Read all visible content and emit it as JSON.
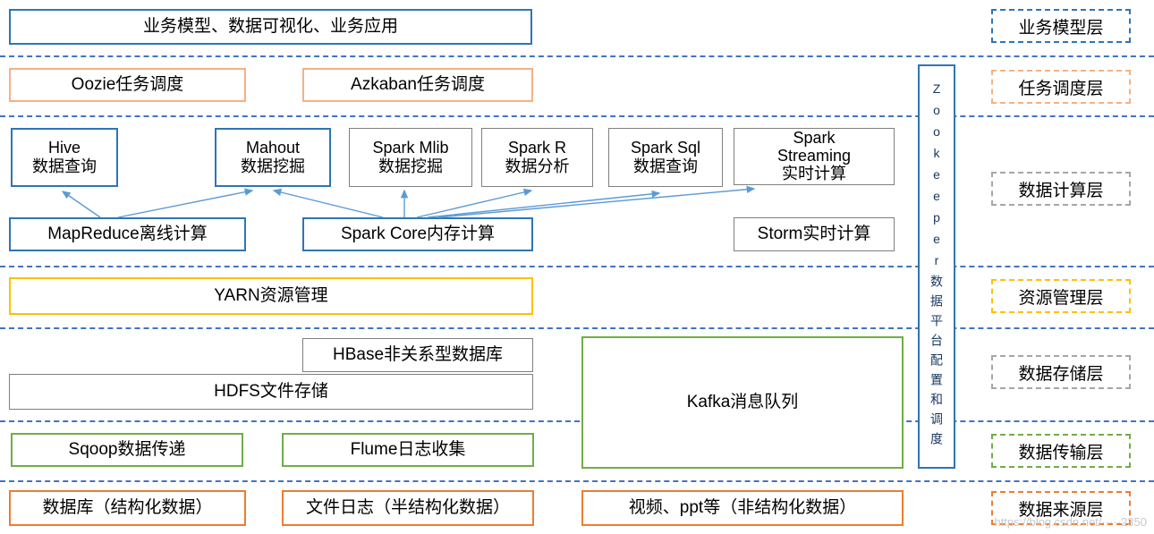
{
  "colors": {
    "blue": "#2E75B6",
    "orange": "#ED7D31",
    "orange_light": "#F4B183",
    "yellow": "#FFC000",
    "green": "#70AD47",
    "gray": "#7F7F7F",
    "separator": "#4472C4",
    "arrow": "#5B9BD5"
  },
  "business": {
    "app_box": "业务模型、数据可视化、业务应用",
    "layer_label": "业务模型层"
  },
  "scheduling": {
    "oozie": "Oozie任务调度",
    "azkaban": "Azkaban任务调度",
    "layer_label": "任务调度层"
  },
  "compute": {
    "hive": {
      "line1": "Hive",
      "line2": "数据查询"
    },
    "mahout": {
      "line1": "Mahout",
      "line2": "数据挖掘"
    },
    "spark_mlib": {
      "line1": "Spark Mlib",
      "line2": "数据挖掘"
    },
    "spark_r": {
      "line1": "Spark R",
      "line2": "数据分析"
    },
    "spark_sql": {
      "line1": "Spark Sql",
      "line2": "数据查询"
    },
    "spark_streaming": {
      "line1": "Spark",
      "line2": "Streaming",
      "line3": "实时计算"
    },
    "mapreduce": "MapReduce离线计算",
    "spark_core": "Spark Core内存计算",
    "storm": "Storm实时计算",
    "layer_label": "数据计算层"
  },
  "resource": {
    "yarn": "YARN资源管理",
    "layer_label": "资源管理层"
  },
  "storage": {
    "hbase": "HBase非关系型数据库",
    "hdfs": "HDFS文件存储",
    "kafka": "Kafka消息队列",
    "layer_label": "数据存储层"
  },
  "transport": {
    "sqoop": "Sqoop数据传递",
    "flume": "Flume日志收集",
    "layer_label": "数据传输层"
  },
  "source": {
    "db": "数据库（结构化数据）",
    "filelog": "文件日志（半结构化数据）",
    "media": "视频、ppt等（非结构化数据）",
    "layer_label": "数据来源层"
  },
  "zookeeper": "Zookeeper数据平台配置和调度",
  "watermark": "https://blog.csdn.net/·····2350"
}
